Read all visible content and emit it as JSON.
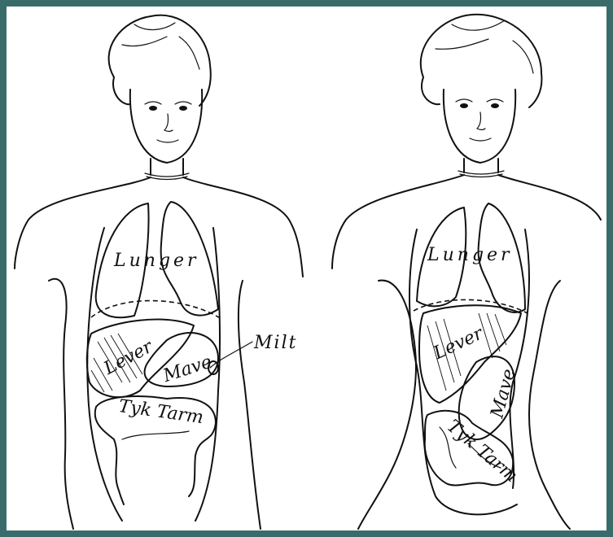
{
  "colors": {
    "border": "#3a6b6b",
    "ink": "#111111",
    "paper": "#ffffff"
  },
  "left_figure": {
    "labels": {
      "lungs": "Lunger",
      "liver": "Lever",
      "stomach": "Mave",
      "spleen": "Milt",
      "colon": "Tyk Tarm"
    }
  },
  "right_figure": {
    "labels": {
      "lungs": "Lunger",
      "liver": "Lever",
      "stomach": "Mave",
      "colon": "Tyk Tarm"
    }
  }
}
